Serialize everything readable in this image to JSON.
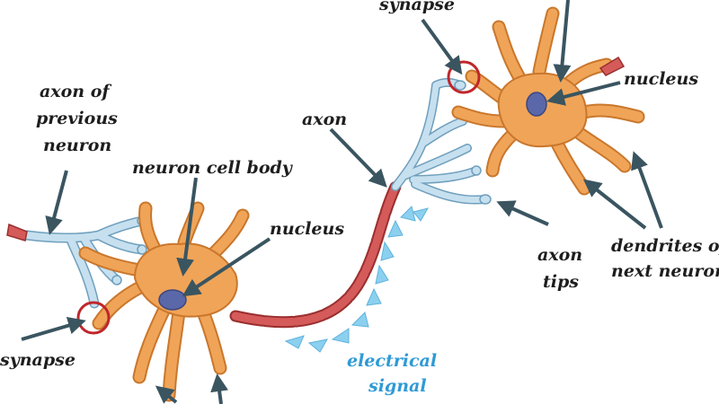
{
  "labels": {
    "synapse_top": "synapse",
    "nucleus_right": "nucleus",
    "axon_of_previous_line1": "axon of",
    "axon_of_previous_line2": "previous",
    "axon_of_previous_line3": "neuron",
    "axon": "axon",
    "neuron_cell_body": "neuron cell body",
    "nucleus_left": "nucleus",
    "axon_tips_line1": "axon",
    "axon_tips_line2": "tips",
    "dendrites_line1": "dendrites of",
    "dendrites_line2": "next neuron",
    "synapse_bottom": "synapse",
    "electrical_signal_line1": "electrical",
    "electrical_signal_line2": "signal"
  },
  "colors": {
    "cell_body": "#f0a458",
    "cell_outline": "#c9772c",
    "nucleus": "#5a67a8",
    "axon_terminal": "#c6e0ef",
    "axon_terminal_outline": "#6f9fbd",
    "myelin": "#d55a5a",
    "myelin_outline": "#9a2f2f",
    "signal": "#8cd0ef",
    "arrow": "#3a5560",
    "synapse_ring": "#c0262b",
    "text": "#1e1e1e",
    "signal_text": "#2f9ad6"
  }
}
